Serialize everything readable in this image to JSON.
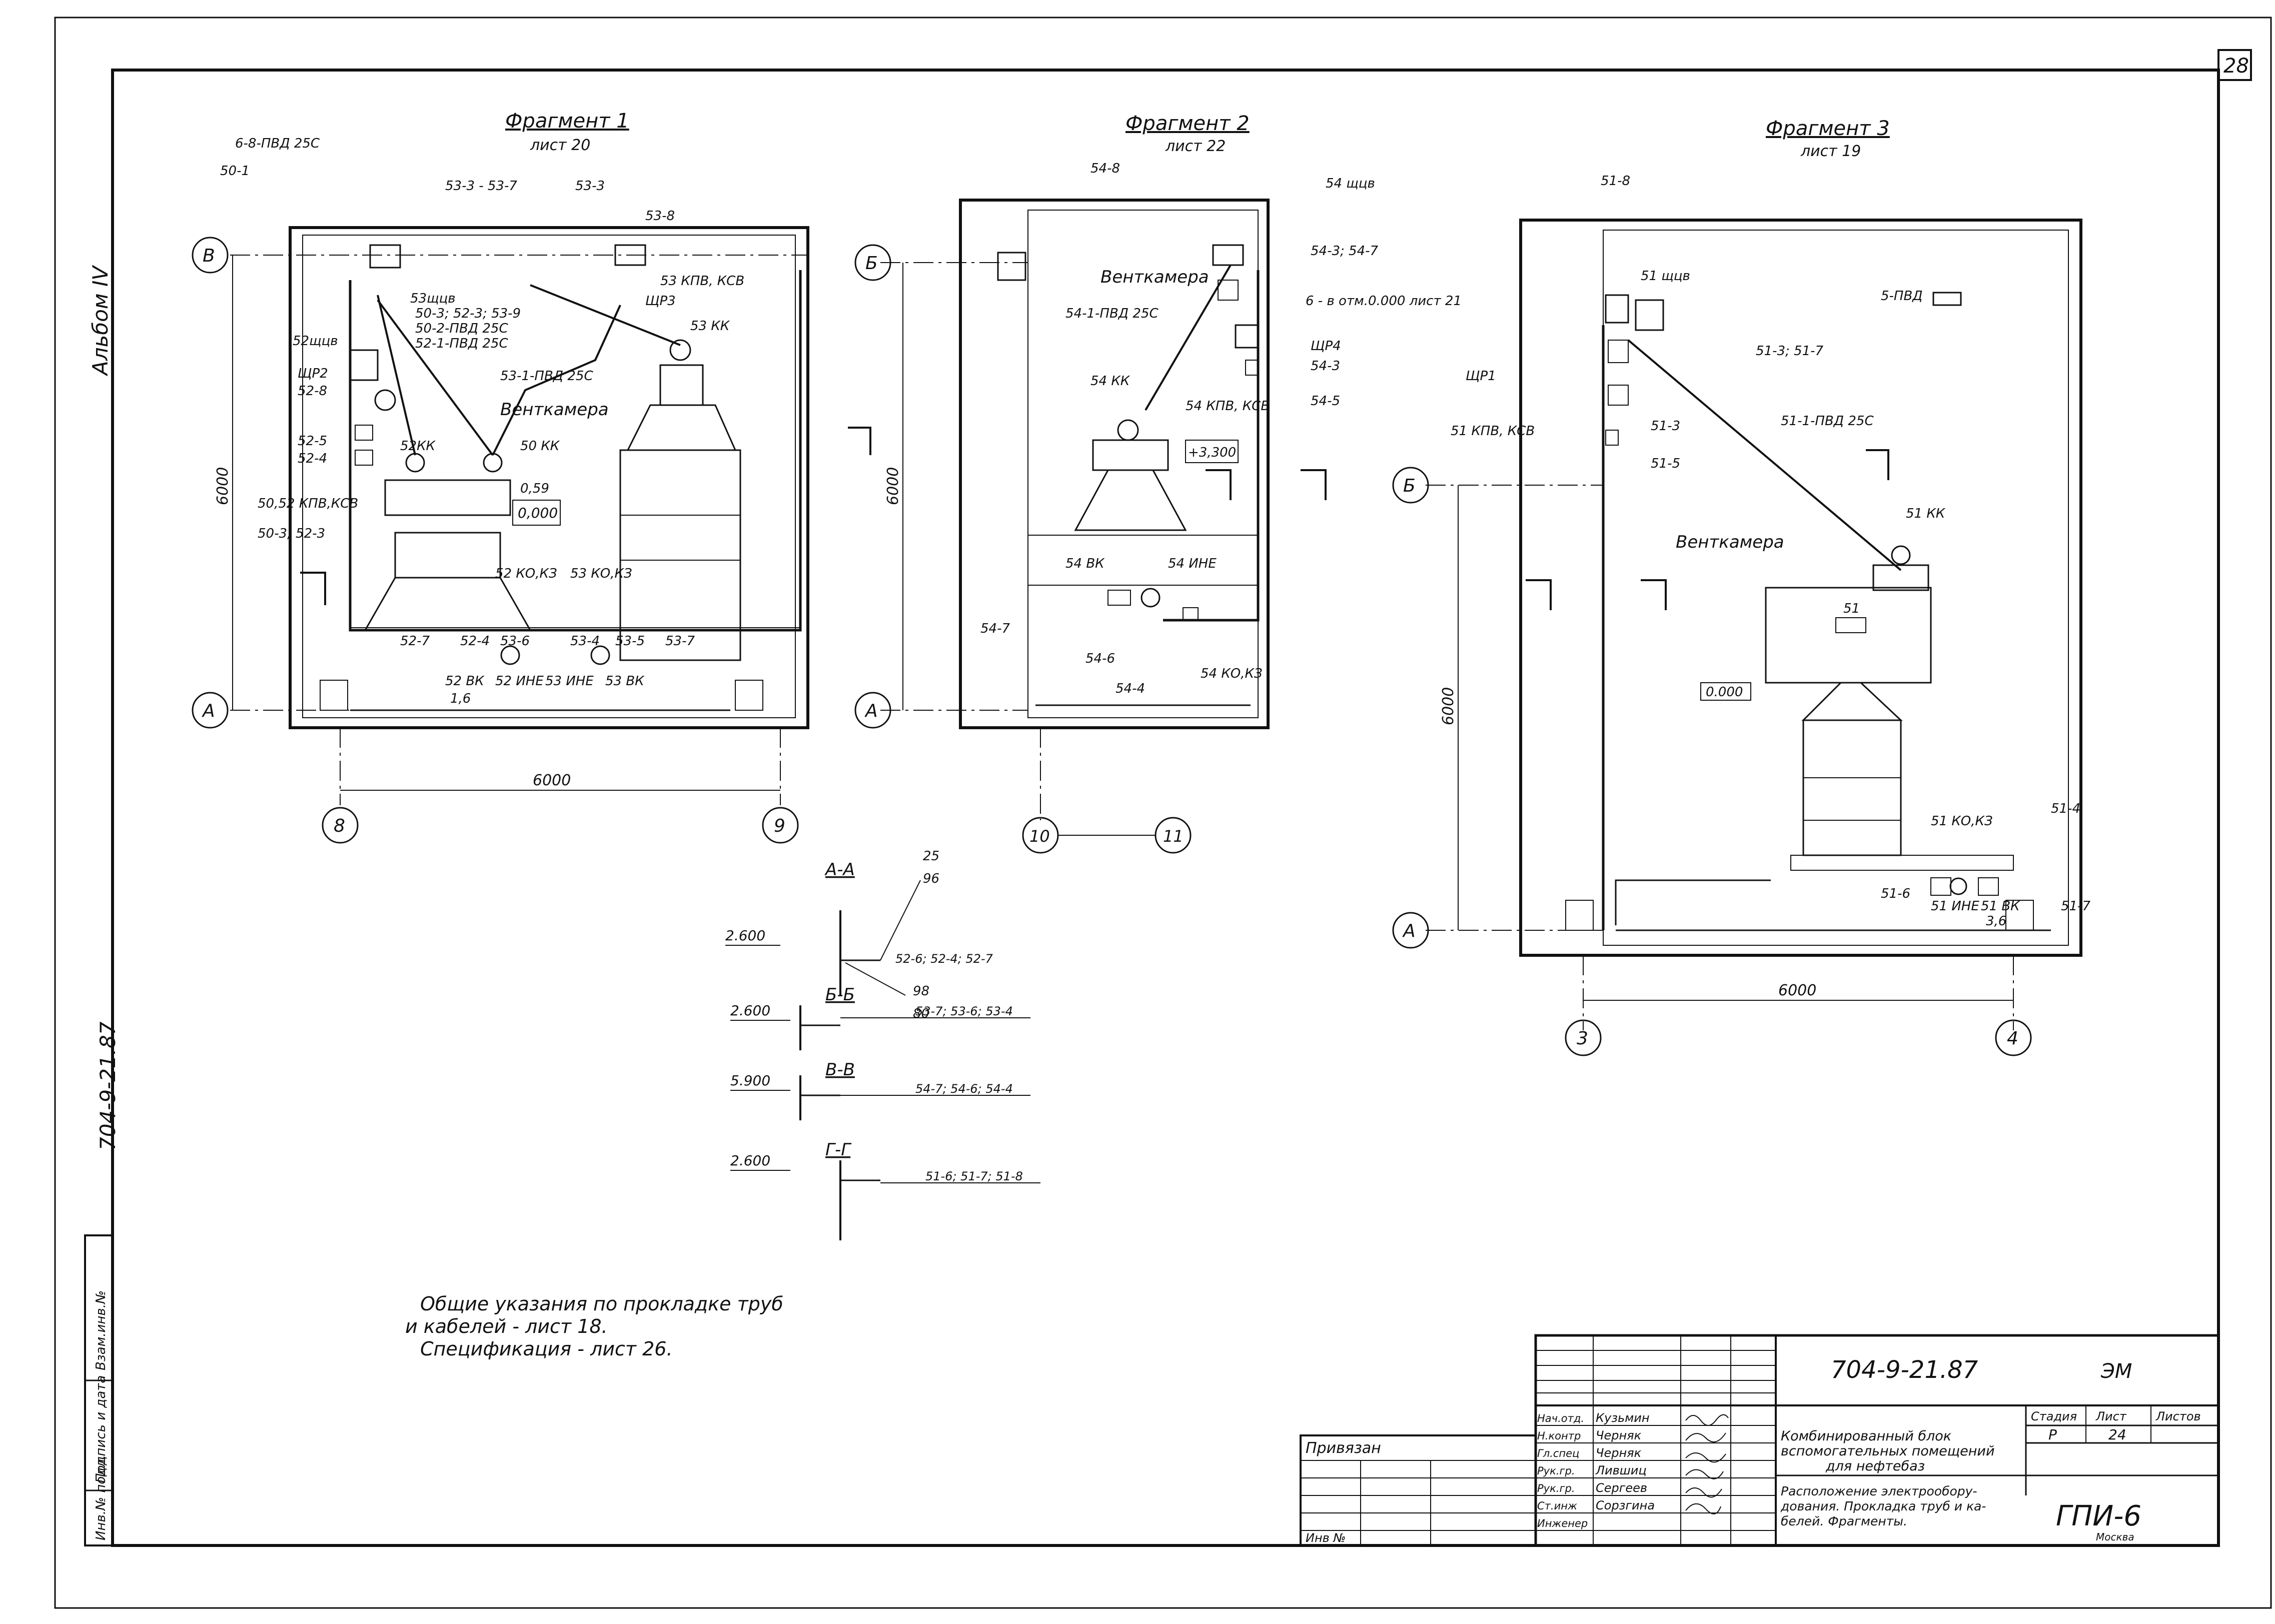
{
  "sheet": {
    "number": "28",
    "album_label": "Альбом IV",
    "side_code": "704-9-21.87"
  },
  "fragment1": {
    "title": "Фрагмент 1",
    "subtitle": "лист 20",
    "room": "Венткамера",
    "level": "0,000",
    "axes": [
      "В",
      "А",
      "8",
      "9"
    ],
    "dim_width": "6000",
    "dim_height": "6000",
    "labels": [
      "6-8-ПВД 25С",
      "50-1",
      "53-3 - 53-7",
      "53-3",
      "53-8",
      "53щцв",
      "50-3; 52-3; 53-9",
      "50-2-ПВД 25С",
      "52-1-ПВД 25С",
      "53-1-ПВД 25С",
      "52щцв",
      "ЩР2",
      "52-8",
      "52-5",
      "52-4",
      "50,52 КПВ,КСВ",
      "50-3; 52-3",
      "52КК",
      "50 КК",
      "53 КК",
      "ЩР3",
      "53 КПВ, КСВ",
      "52-7",
      "52-4",
      "53-6",
      "53-4",
      "53-5",
      "53-7",
      "52 КО,КЗ",
      "53 КО,КЗ",
      "52 ВК",
      "52 ИНЕ",
      "53 ИНЕ",
      "53 ВК",
      "0,59",
      "1,6"
    ]
  },
  "fragment2": {
    "title": "Фрагмент 2",
    "subtitle": "лист 22",
    "room": "Венткамера",
    "level": "+3,300",
    "axes": [
      "Б",
      "А",
      "10",
      "11"
    ],
    "dim_height": "6000",
    "labels": [
      "54-8",
      "54 щцв",
      "54-3; 54-7",
      "54-1-ПВД 25С",
      "6 - в отм.0.000 лист 21",
      "ЩР4",
      "54-3",
      "54-5",
      "54 КК",
      "54 КПВ, КСВ",
      "54 ВК",
      "54 ИНЕ",
      "54-7",
      "54-6",
      "54-4",
      "54 КО,КЗ"
    ]
  },
  "fragment3": {
    "title": "Фрагмент 3",
    "subtitle": "лист 19",
    "room": "Венткамера",
    "level": "0.000",
    "axes": [
      "Б",
      "А",
      "3",
      "4"
    ],
    "dim_width": "6000",
    "dim_height": "6000",
    "labels": [
      "51-8",
      "51 щцв",
      "5-ПВД",
      "51-3; 51-7",
      "ЩР1",
      "51-1-ПВД 25С",
      "51-3",
      "51 КПВ, КСВ",
      "51-5",
      "51 КК",
      "51",
      "51 КО,КЗ",
      "51-4",
      "51-6",
      "51 ИНЕ",
      "51 ВК",
      "51-7",
      "3,6"
    ]
  },
  "sections": [
    {
      "title": "А-А",
      "elevation": "2.600",
      "refs": "52-6; 52-4; 52-7",
      "extra": [
        "25",
        "96",
        "98",
        "80"
      ]
    },
    {
      "title": "Б-Б",
      "elevation": "2.600",
      "refs": "53-7; 53-6; 53-4",
      "extra": []
    },
    {
      "title": "В-В",
      "elevation": "5.900",
      "refs": "54-7; 54-6; 54-4",
      "extra": []
    },
    {
      "title": "Г-Г",
      "elevation": "2.600",
      "refs": "51-6; 51-7; 51-8",
      "extra": []
    }
  ],
  "notes": [
    "Общие указания по прокладке труб",
    "и кабелей - лист 18.",
    "Спецификация - лист 26."
  ],
  "title_block": {
    "code": "704-9-21.87",
    "mark": "ЭМ",
    "privyazan": "Привязан",
    "inv": "Инв №",
    "roles": [
      "Нач.отд.",
      "Н.контр",
      "Гл.спец",
      "Рук.гр.",
      "Рук.гр.",
      "Ст.инж",
      "Инженер"
    ],
    "names": [
      "Кузьмин",
      "Черняк",
      "Черняк",
      "Лившиц",
      "Сергеев",
      "Сорзгина",
      ""
    ],
    "project": [
      "Комбинированный блок",
      "вспомогательных помещений",
      "для нефтебаз"
    ],
    "sheet_title": [
      "Расположение электрообору-",
      "дования. Прокладка труб и ка-",
      "белей. Фрагменты."
    ],
    "stage_label": "Стадия",
    "sheet_label": "Лист",
    "sheets_label": "Листов",
    "stage": "Р",
    "sheet": "24",
    "org": "ГПИ-6",
    "city": "Москва"
  },
  "left_strip": [
    "Инв.№ подл.",
    "Подпись и дата",
    "Взам.инв.№"
  ]
}
